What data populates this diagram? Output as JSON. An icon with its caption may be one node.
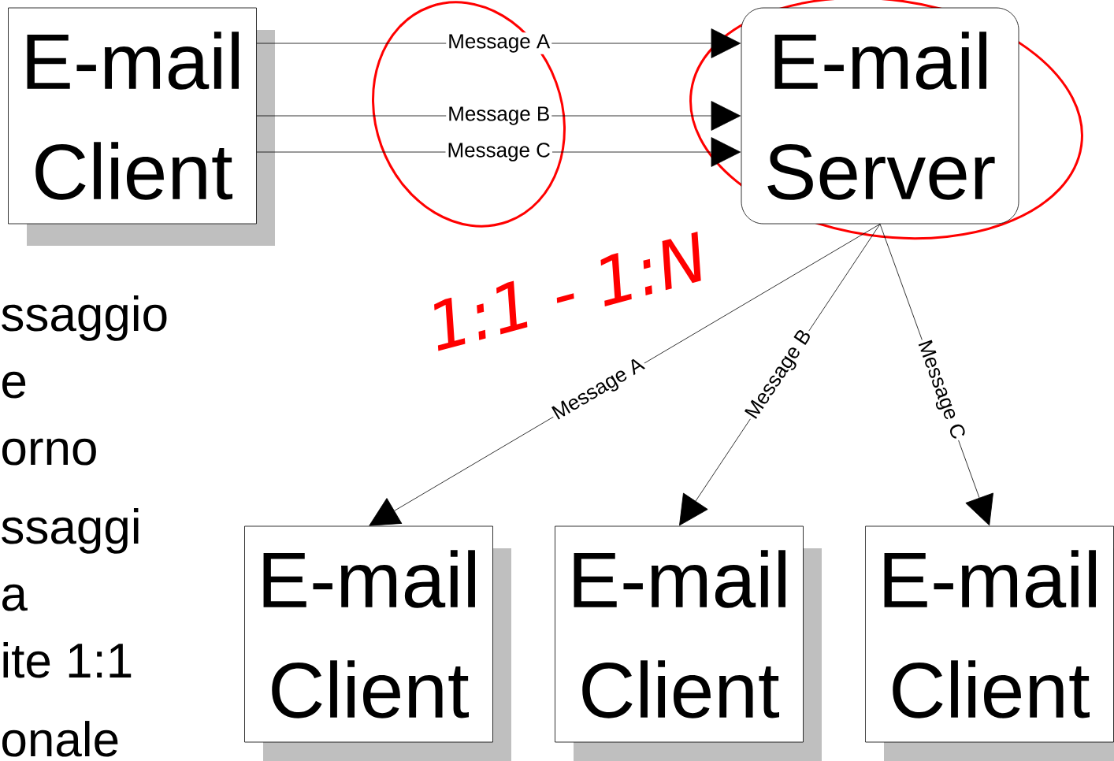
{
  "diagram": {
    "nodes": [
      {
        "text": [
          "E-mail Client"
        ]
      },
      {
        "text": [
          "E-mail Server"
        ]
      },
      {
        "text": [
          "E-mail Client"
        ]
      },
      {
        "text": [
          "E-mail Client"
        ]
      },
      {
        "text": [
          "E-mail Client"
        ]
      }
    ],
    "edges": [
      {
        "from": 0,
        "to": 1,
        "arrow": "to",
        "label": "Message A"
      },
      {
        "from": 0,
        "to": 1,
        "arrow": "to",
        "label": "Message B"
      },
      {
        "from": 0,
        "to": 1,
        "arrow": "to",
        "label": "Message C"
      },
      {
        "from": 1,
        "to": 2,
        "arrow": "to",
        "label": "Message A"
      },
      {
        "from": 1,
        "to": 3,
        "arrow": "to",
        "label": "Message B"
      },
      {
        "from": 1,
        "to": 4,
        "arrow": "to",
        "label": "Message C"
      }
    ],
    "labels": [
      "ssaggio",
      "e",
      "orno",
      "ssaggi",
      "a",
      "ite 1:1",
      "onale",
      "1:1 - 1:N"
    ]
  }
}
